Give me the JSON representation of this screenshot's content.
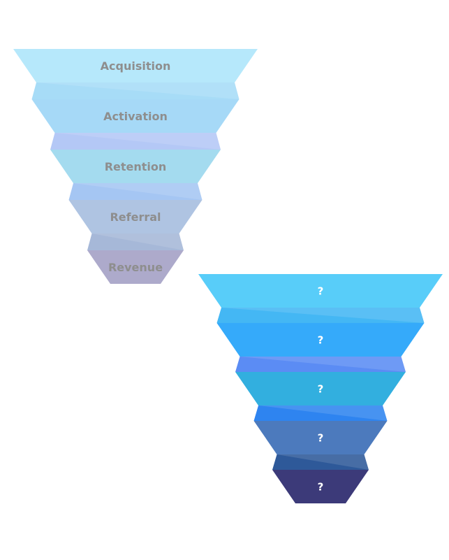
{
  "funnels": [
    {
      "id": "labeled",
      "label_color": "#8e8e8e",
      "stages": [
        {
          "label": "Acquisition",
          "fill": "#b6e8fb",
          "connector": "#a7dcf7"
        },
        {
          "label": "Activation",
          "fill": "#a6d9f7",
          "connector": "#b4c8f6"
        },
        {
          "label": "Retention",
          "fill": "#a4dbef",
          "connector": "#a5c6f3"
        },
        {
          "label": "Referral",
          "fill": "#afc4e2",
          "connector": "#a6b8d8"
        },
        {
          "label": "Revenue",
          "fill": "#adaacb",
          "connector": null
        }
      ]
    },
    {
      "id": "unlabeled",
      "label_color": "#ffffff",
      "stages": [
        {
          "label": "?",
          "fill": "#58cdf9",
          "connector": "#44b7f4"
        },
        {
          "label": "?",
          "fill": "#35aafa",
          "connector": "#5b8cf4"
        },
        {
          "label": "?",
          "fill": "#32afdf",
          "connector": "#2e84f0"
        },
        {
          "label": "?",
          "fill": "#4c7abd",
          "connector": "#2e5999"
        },
        {
          "label": "?",
          "fill": "#3c3a79",
          "connector": null
        }
      ]
    }
  ]
}
